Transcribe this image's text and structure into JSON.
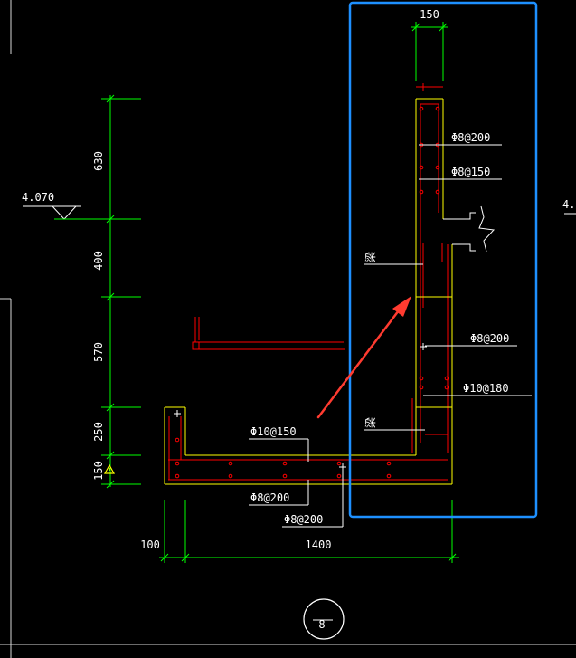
{
  "colors": {
    "background": "#000000",
    "dimension": "#00ff00",
    "text": "#ffffff",
    "concrete": "#ffff00",
    "rebar": "#ff0000",
    "selection": "#1e90ff",
    "arrow": "#ff3b30"
  },
  "dimensions": {
    "top_width": "150",
    "vertical": [
      "630",
      "400",
      "570",
      "250",
      "150"
    ],
    "bottom_left": "100",
    "bottom_main": "1400"
  },
  "elevation": {
    "label": "4.070",
    "edge_label": "4."
  },
  "rebar_labels": {
    "wall_1": "Φ8@200",
    "wall_2": "Φ8@150",
    "wall_3": "Φ8@200",
    "wall_4": "Φ10@180",
    "slab_top": "Φ10@150",
    "slab_bottom_1": "Φ8@200",
    "slab_bottom_2": "Φ8@200"
  },
  "notes": {
    "beam_1": "梁",
    "beam_2": "梁"
  },
  "detail_number": "8"
}
